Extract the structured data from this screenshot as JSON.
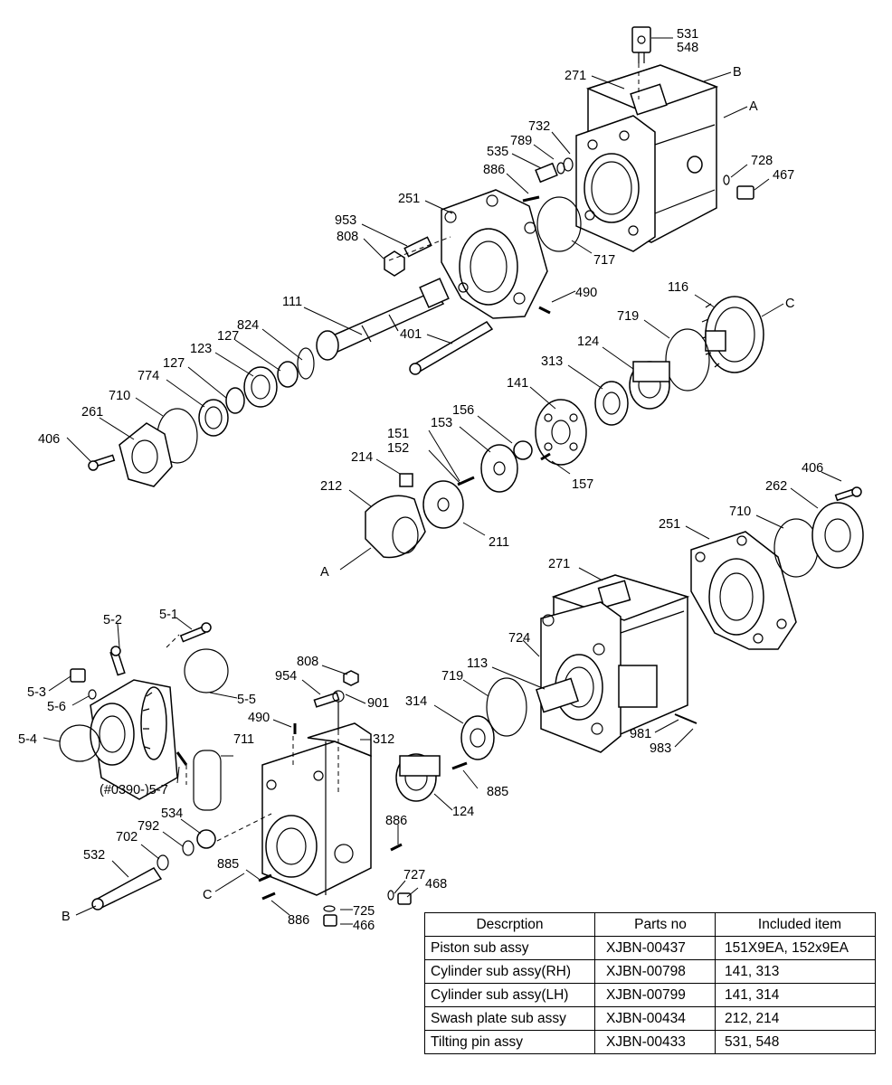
{
  "labels": {
    "l531": "531",
    "l548": "548",
    "lB1": "B",
    "l271a": "271",
    "lA1": "A",
    "l732": "732",
    "l789": "789",
    "l535": "535",
    "l728": "728",
    "l467": "467",
    "l886a": "886",
    "l251a": "251",
    "l953": "953",
    "l808a": "808",
    "l717": "717",
    "l490a": "490",
    "l116": "116",
    "lC1": "C",
    "l111": "111",
    "l824": "824",
    "l401": "401",
    "l719a": "719",
    "l127a": "127",
    "l123": "123",
    "l124a": "124",
    "l313": "313",
    "l127b": "127",
    "l774": "774",
    "l141": "141",
    "l710a": "710",
    "l261": "261",
    "l156": "156",
    "l406a": "406",
    "l151": "151",
    "l153": "153",
    "l152": "152",
    "l157": "157",
    "l214": "214",
    "l212": "212",
    "l406b": "406",
    "l262": "262",
    "l710b": "710",
    "l211": "211",
    "l251b": "251",
    "lA2": "A",
    "l271b": "271",
    "l5_1": "5-1",
    "l5_2": "5-2",
    "l808b": "808",
    "l724": "724",
    "l113": "113",
    "l5_3": "5-3",
    "l5_6": "5-6",
    "l954": "954",
    "l901": "901",
    "l5_5": "5-5",
    "l719b": "719",
    "l314": "314",
    "l490b": "490",
    "l312": "312",
    "l5_4": "5-4",
    "l711": "711",
    "l981": "981",
    "l983": "983",
    "l0390": "(#0390-)5-7",
    "l885a": "885",
    "l534": "534",
    "l124b": "124",
    "l792": "792",
    "l886b": "886",
    "l702": "702",
    "l532": "532",
    "l885b": "885",
    "l727": "727",
    "lC2": "C",
    "l468": "468",
    "lB2": "B",
    "l725": "725",
    "l886c": "886",
    "l466": "466"
  },
  "table": {
    "headers": [
      "Descrption",
      "Parts no",
      "Included item"
    ],
    "rows": [
      {
        "desc": "Piston sub assy",
        "part_no": "XJBN-00437",
        "items": "151X9EA, 152x9EA"
      },
      {
        "desc": "Cylinder sub assy(RH)",
        "part_no": "XJBN-00798",
        "items": "141, 313"
      },
      {
        "desc": "Cylinder sub assy(LH)",
        "part_no": "XJBN-00799",
        "items": "141, 314"
      },
      {
        "desc": "Swash plate sub assy",
        "part_no": "XJBN-00434",
        "items": "212, 214"
      },
      {
        "desc": "Tilting pin assy",
        "part_no": "XJBN-00433",
        "items": "531, 548"
      }
    ]
  }
}
